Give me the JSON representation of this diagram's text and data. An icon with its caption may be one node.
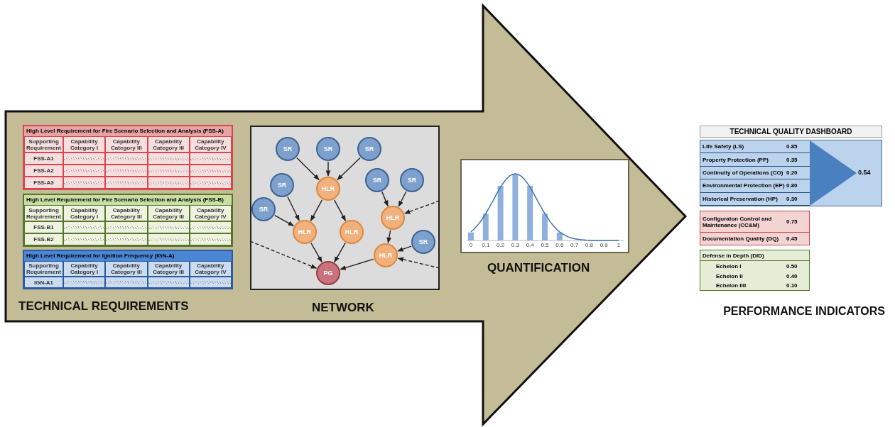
{
  "diagram": {
    "nodes": [
      {
        "text": [
          "NETWORK"
        ]
      },
      {
        "text": [
          "SR"
        ],
        "in": 0
      },
      {
        "text": [
          "SR"
        ],
        "in": 0
      },
      {
        "text": [
          "SR"
        ],
        "in": 0
      },
      {
        "text": [
          "SR"
        ],
        "in": 0
      },
      {
        "text": [
          "SR"
        ],
        "in": 0
      },
      {
        "text": [
          "SR"
        ],
        "in": 0
      },
      {
        "text": [
          "HLR"
        ],
        "in": 0
      },
      {
        "text": [
          "SR"
        ],
        "in": 0
      },
      {
        "text": [
          "HLR"
        ],
        "in": 0
      },
      {
        "text": [
          "HLR"
        ],
        "in": 0
      },
      {
        "text": [
          "HLR"
        ],
        "in": 0
      },
      {
        "text": [
          "SR"
        ],
        "in": 0
      },
      {
        "text": [
          "HLR"
        ],
        "in": 0
      },
      {
        "text": [
          "PG"
        ],
        "in": 0
      }
    ],
    "edges": [
      {
        "from": 1,
        "to": 7,
        "arrow": "to"
      },
      {
        "from": 2,
        "to": 7,
        "arrow": "to"
      },
      {
        "from": 3,
        "to": 7,
        "arrow": "to"
      },
      {
        "from": 4,
        "to": 9,
        "arrow": "to"
      },
      {
        "from": 5,
        "to": 9,
        "arrow": "to"
      },
      {
        "from": 6,
        "to": 10,
        "arrow": "to"
      },
      {
        "from": 8,
        "to": 10,
        "arrow": "to"
      },
      {
        "from": 7,
        "to": 10,
        "arrow": "to"
      },
      {
        "from": 7,
        "to": 11,
        "arrow": "to"
      },
      {
        "from": 9,
        "to": 13,
        "arrow": "to"
      },
      {
        "from": 12,
        "to": 13,
        "arrow": "to"
      },
      {
        "from": 10,
        "to": 14,
        "arrow": "to"
      },
      {
        "from": 11,
        "to": 14,
        "arrow": "to"
      },
      {
        "from": 13,
        "to": 14,
        "arrow": "to"
      },
      {
        "from": null,
        "to": 14,
        "arrow": "to",
        "style": "dashed"
      },
      {
        "from": null,
        "to": 9,
        "arrow": "to",
        "style": "dashed"
      },
      {
        "from": null,
        "to": 13,
        "arrow": "to",
        "style": "dashed"
      }
    ],
    "labels": [
      "High Level Requirement for Fire Scenario Selection and Analysis (FSS-A)",
      "Supporting Requirement",
      "Capability Category I",
      "Capability Category III",
      "Capability Category III",
      "Capability Category IV",
      "FSS-A1",
      "FSS-A2",
      "FSS-A3",
      "High Level Requirement for Fire Scenario Selection and Analysis (FSS-B)",
      "Supporting Requirement",
      "Capability Category I",
      "Capability Category III",
      "Capability Category III",
      "Capability Category IV",
      "FSS-B1",
      "FSS-B2",
      "High Level Requirement for Ignition Frequency (IGN-A)",
      "Supporting Requirement",
      "Capability Category I",
      "Capability Category III",
      "Capability Category III",
      "Capability Category IV",
      "IGN-A1",
      "TECHNICAL REQUIREMENTS",
      "0",
      "0.1",
      "0.2",
      "0.3",
      "0.4",
      "0.5",
      "0.6",
      "0.7",
      "0.8",
      "0.9",
      "1",
      "QUANTIFICATION",
      "TECHNICAL QUALITY DASHBOARD",
      "Life Safety (LS)",
      "0.85",
      "Property Protection (PP)",
      "0.35",
      "Continuity of Operations (CO)",
      "0.20",
      "Environmental Protection (EP)",
      "0.80",
      "Historical Preservation (HP)",
      "0.30",
      "0.54",
      "Configuraton Control and Maintenance (CC&M)",
      "0.75",
      "Documentation Quality (DQ)",
      "0.45",
      "Defense in Depth (DID)",
      "Echelon I",
      "0.50",
      "Echelon II",
      "0.40",
      "Echelon IIII",
      "0.10",
      "PERFORMANCE INDICATORS"
    ]
  }
}
